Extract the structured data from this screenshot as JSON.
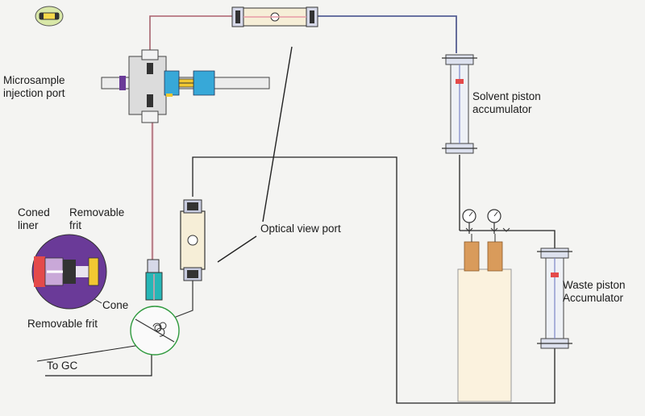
{
  "labels": {
    "microsample_line1": "Microsample",
    "microsample_line2": "injection port",
    "solvent_line1": "Solvent piston",
    "solvent_line2": "accumulator",
    "optical": "Optical view port",
    "coned_line1": "Coned",
    "coned_line2": "liner",
    "removable_frit_line1": "Removable",
    "removable_frit_line2": "frit",
    "cone": "Cone",
    "removable_frit_bottom": "Removable frit",
    "waste_line1": "Waste piston",
    "waste_line2": "Accumulator",
    "to_gc": "To GC"
  },
  "colors": {
    "line": "#222222",
    "tube_pink": "#e79aa6",
    "tube_blue": "#7b86c7",
    "cell_fill": "#f6eed7",
    "vessel_fill": "#fbf2de",
    "copper": "#d99b5b",
    "detail_purple": "#6a3a98",
    "detail_red": "#e44a4a",
    "detail_yellow": "#f2c832",
    "teal": "#27b6b6",
    "sky_blue": "#37a8d8",
    "valve_green": "#2f9a3e"
  }
}
